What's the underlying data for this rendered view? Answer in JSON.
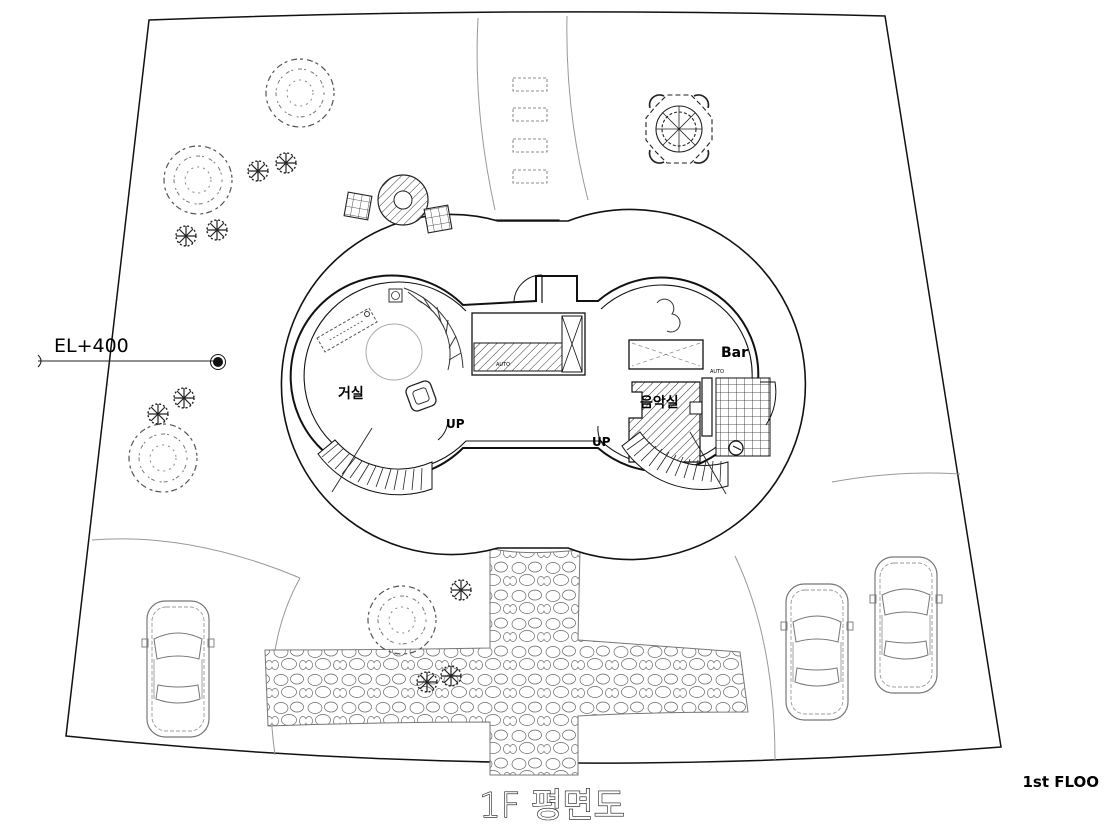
{
  "plan": {
    "title": "1F 평면도",
    "caption": "1st FLOO",
    "elevation_marker": "EL+400",
    "rooms": {
      "living": "거실",
      "music": "음악실",
      "bar": "Bar"
    },
    "stair_labels": {
      "living_up": "UP",
      "music_up": "UP"
    },
    "auto_tags": {
      "core": "AUTO",
      "bar": "AUTO"
    }
  }
}
